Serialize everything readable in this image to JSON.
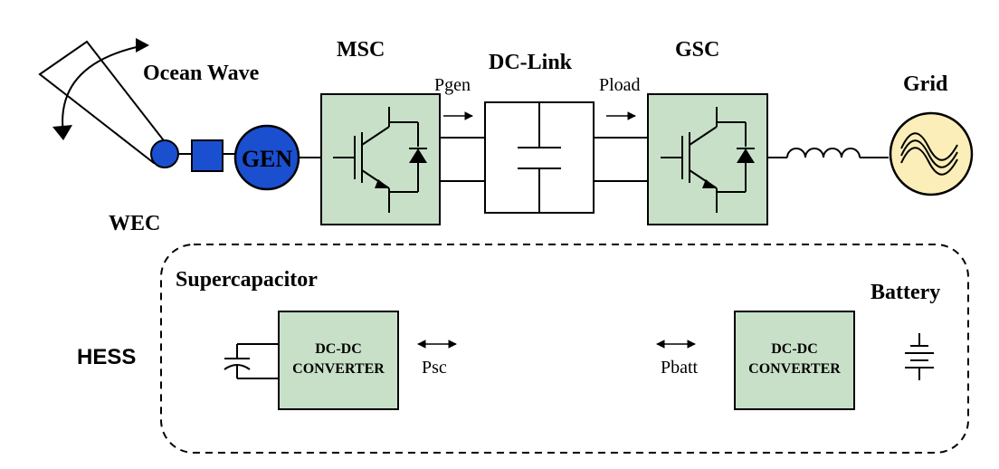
{
  "labels": {
    "ocean_wave": "Ocean Wave",
    "wec": "WEC",
    "generator": "GEN",
    "msc": "MSC",
    "dc_link": "DC-Link",
    "gsc": "GSC",
    "grid": "Grid",
    "pgen": "Pgen",
    "pload": "Pload",
    "supercapacitor": "Supercapacitor",
    "battery": "Battery",
    "hess": "HESS",
    "psc": "Psc",
    "pbatt": "Pbatt"
  },
  "converters": {
    "sc_converter": {
      "line1": "DC-DC",
      "line2": "CONVERTER"
    },
    "batt_converter": {
      "line1": "DC-DC",
      "line2": "CONVERTER"
    }
  },
  "colors": {
    "converter_fill": "#c8e0c8",
    "wec_blue": "#1a4fd0",
    "grid_fill": "#fbeeb8"
  }
}
